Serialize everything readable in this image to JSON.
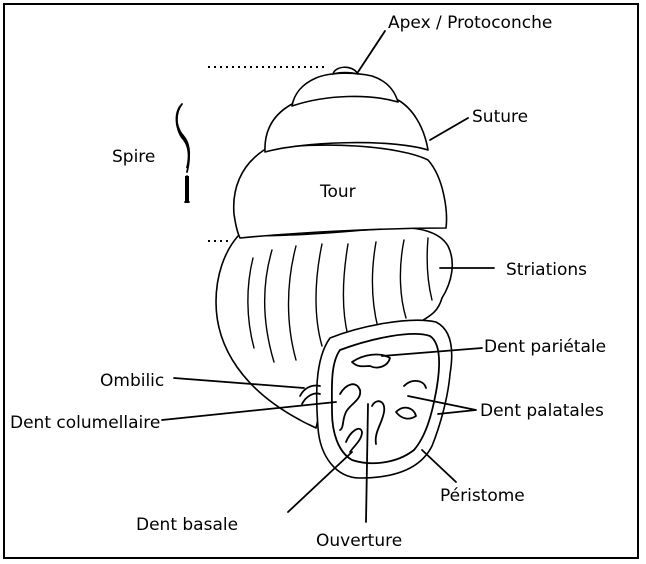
{
  "labels": {
    "apex": "Apex / Protoconche",
    "suture": "Suture",
    "spire": "Spire",
    "tour": "Tour",
    "striations": "Striations",
    "dent_parietale": "Dent pariétale",
    "ombilic": "Ombilic",
    "dent_palatales": "Dent palatales",
    "dent_columellaire": "Dent columellaire",
    "peristome": "Péristome",
    "dent_basale": "Dent basale",
    "ouverture": "Ouverture"
  }
}
